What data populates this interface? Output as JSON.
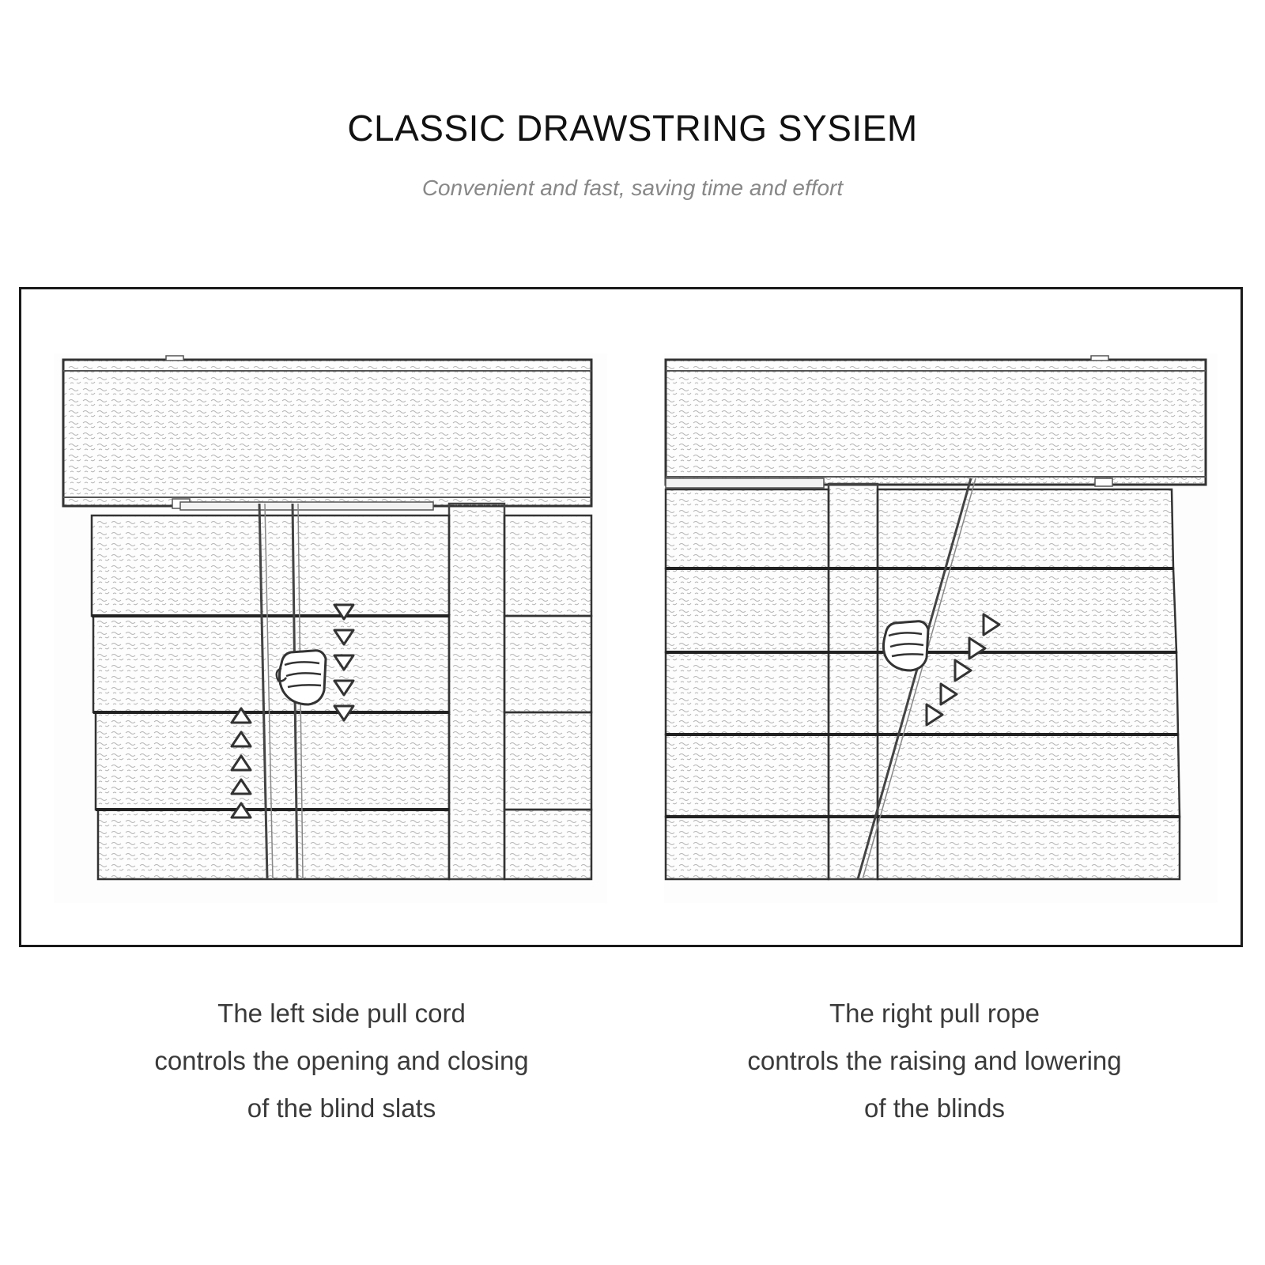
{
  "header": {
    "title": "CLASSIC DRAWSTRING SYSIEM",
    "subtitle": "Convenient and fast, saving time and effort"
  },
  "panels": {
    "left": {
      "caption_lines": [
        "The left side pull cord",
        "controls the opening and closing",
        "of the blind slats"
      ]
    },
    "right": {
      "caption_lines": [
        "The right pull rope",
        "controls the raising and lowering",
        "of the blinds"
      ]
    }
  },
  "icons": [
    "fist-icon",
    "arrow-up-icon",
    "arrow-down-icon",
    "arrow-diagonal-icon"
  ],
  "colors": {
    "line": "#3a3a3a",
    "texture": "#9a9a9a",
    "caption": "#3a3a3a",
    "subtitle": "#888888"
  }
}
